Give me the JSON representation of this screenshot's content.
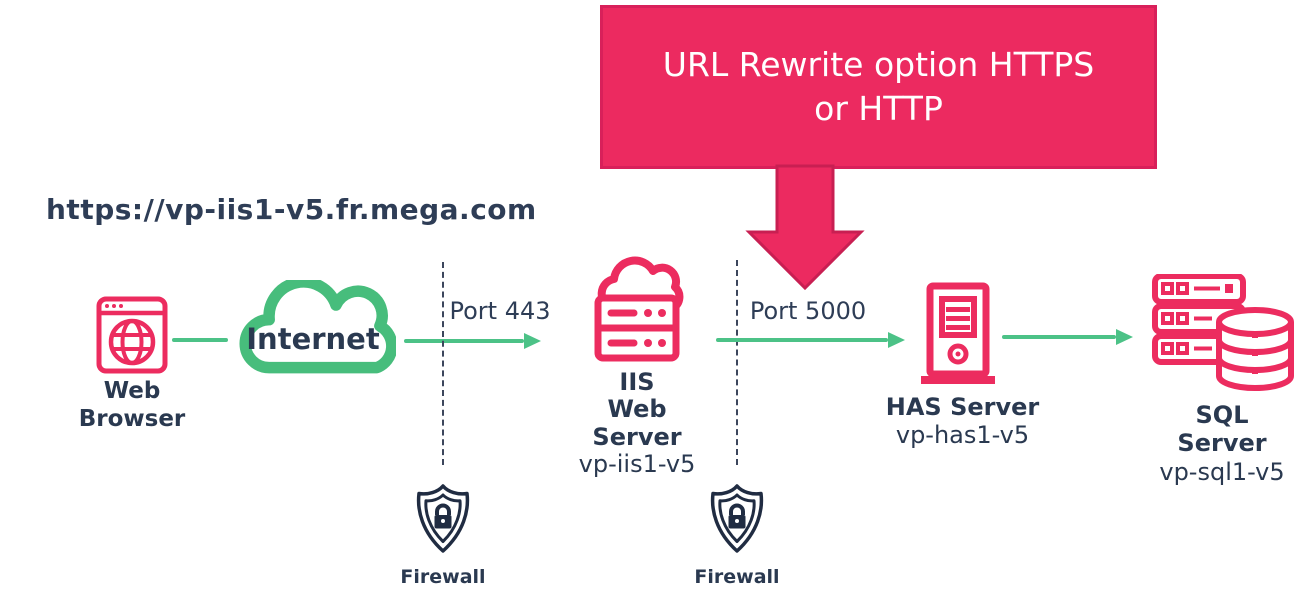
{
  "banner": {
    "line1": "URL Rewrite option HTTPS",
    "line2": "or HTTP"
  },
  "url_text": "https://vp-iis1-v5.fr.mega.com",
  "ports": {
    "p443": "Port 443",
    "p5000": "Port 5000"
  },
  "nodes": {
    "browser": {
      "line1": "Web",
      "line2": "Browser"
    },
    "internet": {
      "label": "Internet"
    },
    "iis": {
      "line1": "IIS",
      "line2": "Web Server",
      "host": "vp-iis1-v5"
    },
    "has": {
      "label": "HAS Server",
      "host": "vp-has1-v5"
    },
    "sql": {
      "label": "SQL Server",
      "host": "vp-sql1-v5"
    }
  },
  "firewalls": {
    "left": "Firewall",
    "right": "Firewall"
  },
  "colors": {
    "pink": "#EC2C5F",
    "banner_bg": "#EC2A60",
    "banner_border": "#D8205A",
    "green_arrow": "#4CC287",
    "green_cloud": "#47BD7C",
    "navy_text": "#2A3950",
    "shield_navy": "#202C42",
    "dash_line": "#3C465C"
  }
}
